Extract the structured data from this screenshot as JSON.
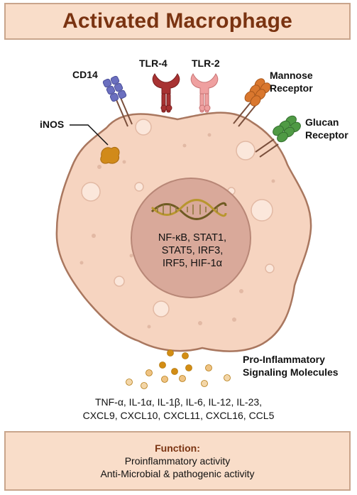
{
  "title": "Activated Macrophage",
  "receptors": {
    "cd14": "CD14",
    "tlr4": "TLR-4",
    "tlr2": "TLR-2",
    "mannose_line1": "Mannose",
    "mannose_line2": "Receptor",
    "glucan_line1": "Glucan",
    "glucan_line2": "Receptor",
    "inos": "iNOS"
  },
  "nucleus": {
    "line1": "NF-κB, STAT1,",
    "line2": "STAT5, IRF3,",
    "line3": "IRF5, HIF-1α"
  },
  "secreted": {
    "label_line1": "Pro-Inflammatory",
    "label_line2": "Signaling Molecules",
    "list_line1": "TNF-α, IL-1α, IL-1β, IL-6, IL-12, IL-23,",
    "list_line2": "CXCL9, CXCL10, CXCL11, CXCL16, CCL5"
  },
  "function": {
    "title": "Function:",
    "line1": "Proinflammatory activity",
    "line2": "Anti-Microbial & pathogenic activity"
  },
  "colors": {
    "title_text": "#7a3311",
    "box_fill": "#f9ddc9",
    "cell_fill": "#f6d4c0",
    "nucleus_fill": "#d9a99a",
    "cd14": "#6b6fbf",
    "tlr4": "#a83232",
    "tlr2": "#efa0a0",
    "mannose": "#d9772e",
    "glucan": "#4f9a44",
    "inos": "#d18a1a"
  }
}
